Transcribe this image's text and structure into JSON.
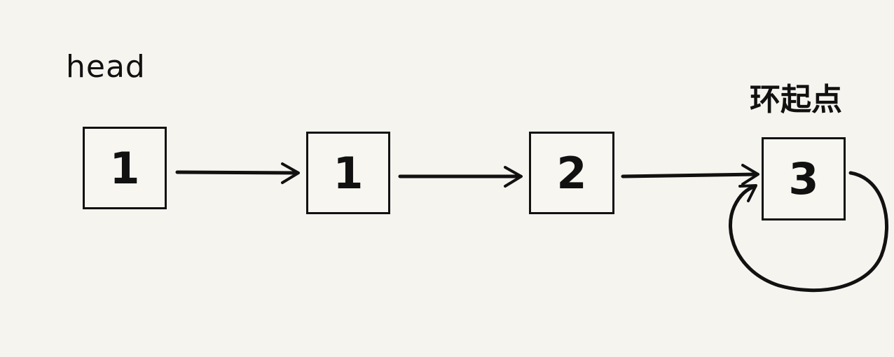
{
  "labels": {
    "head": "head",
    "cycle_start": "环起点"
  },
  "nodes": [
    {
      "value": "1"
    },
    {
      "value": "1"
    },
    {
      "value": "2"
    },
    {
      "value": "3"
    }
  ],
  "colors": {
    "background": "#f6f4ef",
    "ink": "#111111"
  }
}
